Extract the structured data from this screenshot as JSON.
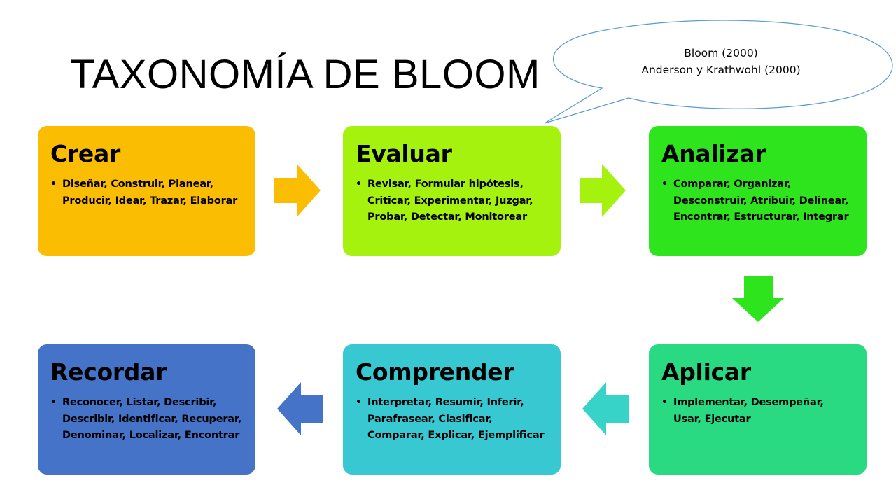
{
  "title": "TAXONOMÍA DE BLOOM",
  "callout": {
    "line1": "Bloom (2000)",
    "line2": "Anderson y Krathwohl (2000)"
  },
  "steps": {
    "crear": {
      "title": "Crear",
      "text": "Diseñar, Construir, Planear, Producir, Idear, Trazar, Elaborar",
      "color": "#fbbd02"
    },
    "evaluar": {
      "title": "Evaluar",
      "text": "Revisar, Formular hipótesis, Criticar, Experimentar, Juzgar, Probar, Detectar, Monitorear",
      "color": "#a4f20e"
    },
    "analizar": {
      "title": "Analizar",
      "text": "Comparar, Organizar, Desconstruir, Atribuir, Delinear, Encontrar, Estructurar, Integrar",
      "color": "#2ee51d"
    },
    "aplicar": {
      "title": "Aplicar",
      "text": "Implementar, Desempeñar, Usar, Ejecutar",
      "color": "#29da83"
    },
    "comprender": {
      "title": "Comprender",
      "text": "Interpretar, Resumir, Inferir, Parafrasear, Clasificar, Comparar, Explicar, Ejemplificar",
      "color": "#38c8d1"
    },
    "recordar": {
      "title": "Recordar",
      "text": "Reconocer, Listar, Describir, Describir, Identificar, Recuperar, Denominar, Localizar, Encontrar",
      "color": "#4573c8"
    }
  },
  "arrows": {
    "crear_to_evaluar": "#fbbd02",
    "evaluar_to_analizar": "#a4f20e",
    "analizar_to_aplicar": "#2ee51d",
    "aplicar_to_comprender": "#38d3c8",
    "comprender_to_recordar": "#4573c8"
  }
}
